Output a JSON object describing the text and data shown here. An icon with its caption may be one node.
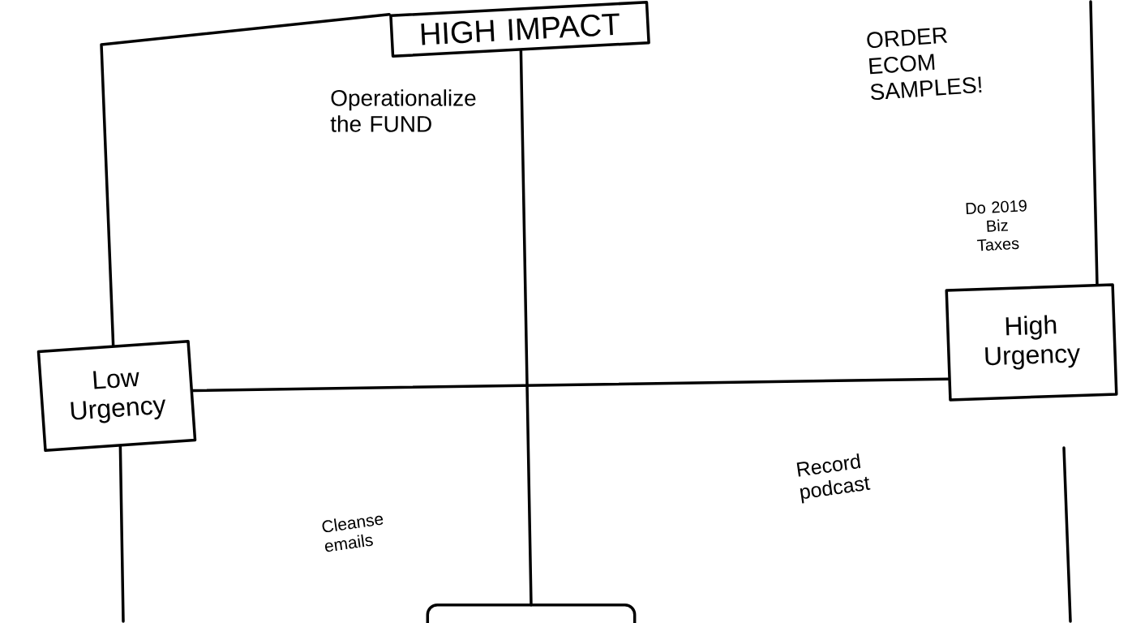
{
  "diagram": {
    "nodes": [
      {
        "text": [
          "HIGH IMPACT"
        ]
      },
      {
        "text": [
          "Low Urgency"
        ]
      },
      {
        "text": [
          "High Urgency"
        ]
      },
      {
        "text": [],
        "shape": "box"
      }
    ],
    "edges": [
      {
        "from": 0,
        "to": 3,
        "arrow": "none"
      },
      {
        "from": 1,
        "to": 2,
        "arrow": "none"
      },
      {
        "from": 0,
        "to": 1,
        "arrow": "none"
      },
      {
        "from": null,
        "to": 2,
        "arrow": "none"
      },
      {
        "from": 1,
        "to": null,
        "arrow": "none"
      }
    ],
    "labels": [
      "Operationalize the FUND",
      "ORDER ECOM SAMPLES!",
      "Do 2019 Biz Taxes",
      "Cleanse emails",
      "Record podcast"
    ]
  }
}
